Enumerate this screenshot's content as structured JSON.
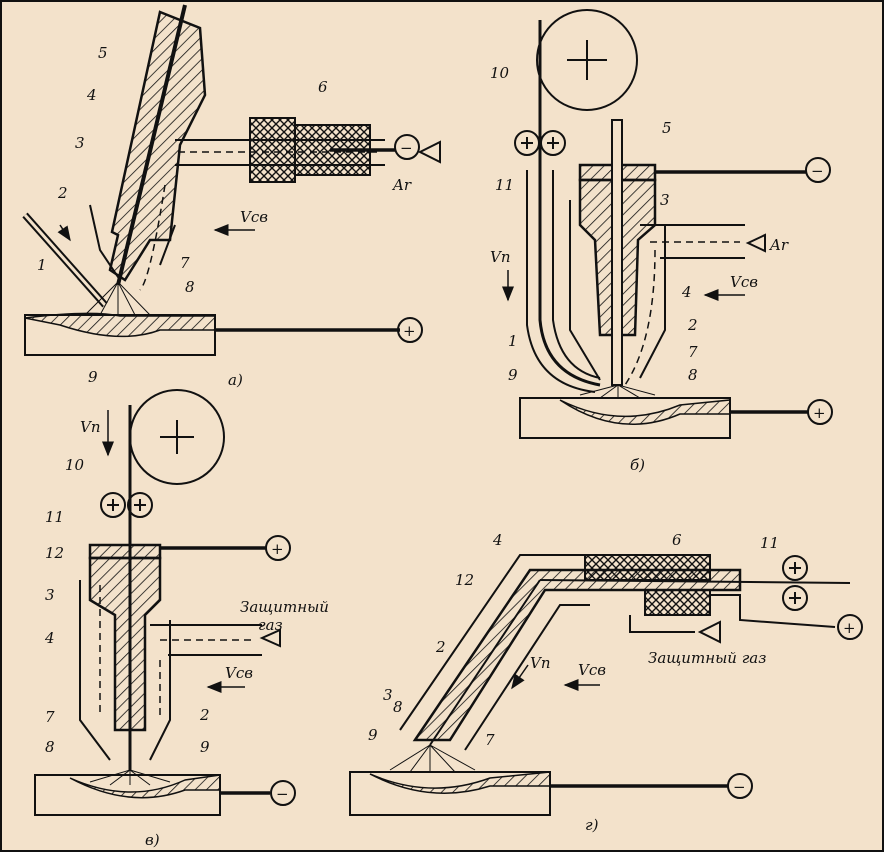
{
  "panels": {
    "a": {
      "caption": "а)",
      "labels": {
        "n5": "5",
        "n4": "4",
        "n3": "3",
        "n2": "2",
        "n1": "1",
        "n9": "9",
        "n7": "7",
        "n8": "8",
        "n6": "6"
      },
      "gas": "Ar",
      "speed": "Vсв",
      "minus": "−",
      "plus": "+"
    },
    "b": {
      "caption": "б)",
      "labels": {
        "n10": "10",
        "n11": "11",
        "n5": "5",
        "n3": "3",
        "n4": "4",
        "n2": "2",
        "n7": "7",
        "n8": "8",
        "n9": "9",
        "n1": "1"
      },
      "gas": "Ar",
      "speed": "Vсв",
      "feed": "Vп",
      "minus": "−",
      "plus": "+"
    },
    "c": {
      "caption": "в)",
      "labels": {
        "n10": "10",
        "n11": "11",
        "n12": "12",
        "n3": "3",
        "n4": "4",
        "n7": "7",
        "n8": "8",
        "n9": "9",
        "n2": "2"
      },
      "gas": "Защитный газ",
      "gas_line1": "Защитный",
      "gas_line2": "газ",
      "speed": "Vсв",
      "feed": "Vп",
      "minus": "−",
      "plus": "+"
    },
    "d": {
      "caption": "г)",
      "labels": {
        "n4": "4",
        "n6": "6",
        "n11": "11",
        "n12": "12",
        "n2": "2",
        "n3": "3",
        "n8": "8",
        "n9": "9",
        "n7": "7"
      },
      "gas": "Защитный газ",
      "speed": "Vсв",
      "feed": "Vп",
      "minus": "−",
      "plus": "+"
    }
  },
  "colors": {
    "paper": "#f3e2cb",
    "ink": "#111111"
  }
}
